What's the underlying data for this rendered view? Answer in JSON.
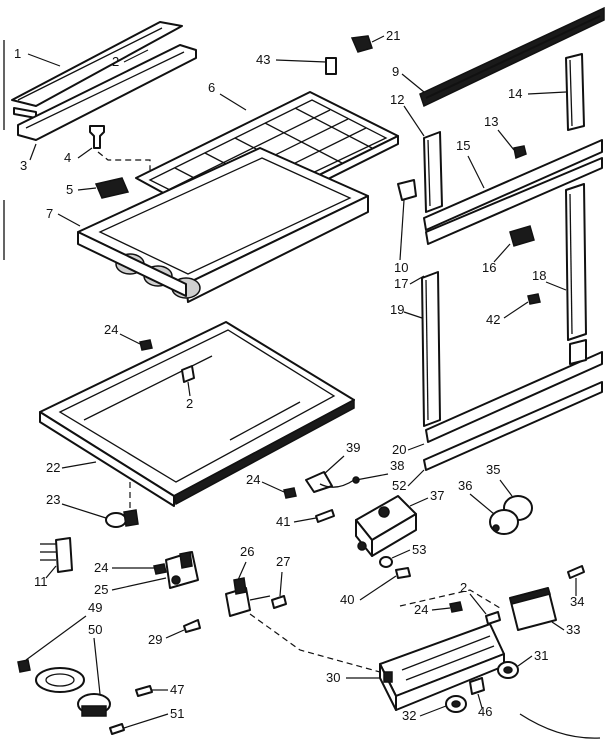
{
  "diagram": {
    "callouts": [
      {
        "id": "c-1",
        "text": "1"
      },
      {
        "id": "c-2a",
        "text": "2"
      },
      {
        "id": "c-3",
        "text": "3"
      },
      {
        "id": "c-4",
        "text": "4"
      },
      {
        "id": "c-5",
        "text": "5"
      },
      {
        "id": "c-6",
        "text": "6"
      },
      {
        "id": "c-7",
        "text": "7"
      },
      {
        "id": "c-43",
        "text": "43"
      },
      {
        "id": "c-21",
        "text": "21"
      },
      {
        "id": "c-9",
        "text": "9"
      },
      {
        "id": "c-14",
        "text": "14"
      },
      {
        "id": "c-12",
        "text": "12"
      },
      {
        "id": "c-13",
        "text": "13"
      },
      {
        "id": "c-15",
        "text": "15"
      },
      {
        "id": "c-10",
        "text": "10"
      },
      {
        "id": "c-17",
        "text": "17"
      },
      {
        "id": "c-16",
        "text": "16"
      },
      {
        "id": "c-18",
        "text": "18"
      },
      {
        "id": "c-19",
        "text": "19"
      },
      {
        "id": "c-42",
        "text": "42"
      },
      {
        "id": "c-24a",
        "text": "24"
      },
      {
        "id": "c-2b",
        "text": "2"
      },
      {
        "id": "c-20",
        "text": "20"
      },
      {
        "id": "c-52",
        "text": "52"
      },
      {
        "id": "c-22",
        "text": "22"
      },
      {
        "id": "c-39",
        "text": "39"
      },
      {
        "id": "c-38",
        "text": "38"
      },
      {
        "id": "c-24b",
        "text": "24"
      },
      {
        "id": "c-35",
        "text": "35"
      },
      {
        "id": "c-36",
        "text": "36"
      },
      {
        "id": "c-37",
        "text": "37"
      },
      {
        "id": "c-23",
        "text": "23"
      },
      {
        "id": "c-41",
        "text": "41"
      },
      {
        "id": "c-53",
        "text": "53"
      },
      {
        "id": "c-11",
        "text": "11"
      },
      {
        "id": "c-24c",
        "text": "24"
      },
      {
        "id": "c-25",
        "text": "25"
      },
      {
        "id": "c-26",
        "text": "26"
      },
      {
        "id": "c-27",
        "text": "27"
      },
      {
        "id": "c-40",
        "text": "40"
      },
      {
        "id": "c-49",
        "text": "49"
      },
      {
        "id": "c-2c",
        "text": "2"
      },
      {
        "id": "c-34",
        "text": "34"
      },
      {
        "id": "c-24d",
        "text": "24"
      },
      {
        "id": "c-29",
        "text": "29"
      },
      {
        "id": "c-33",
        "text": "33"
      },
      {
        "id": "c-50",
        "text": "50"
      },
      {
        "id": "c-30",
        "text": "30"
      },
      {
        "id": "c-31",
        "text": "31"
      },
      {
        "id": "c-47",
        "text": "47"
      },
      {
        "id": "c-51",
        "text": "51"
      },
      {
        "id": "c-32",
        "text": "32"
      },
      {
        "id": "c-46",
        "text": "46"
      }
    ]
  }
}
